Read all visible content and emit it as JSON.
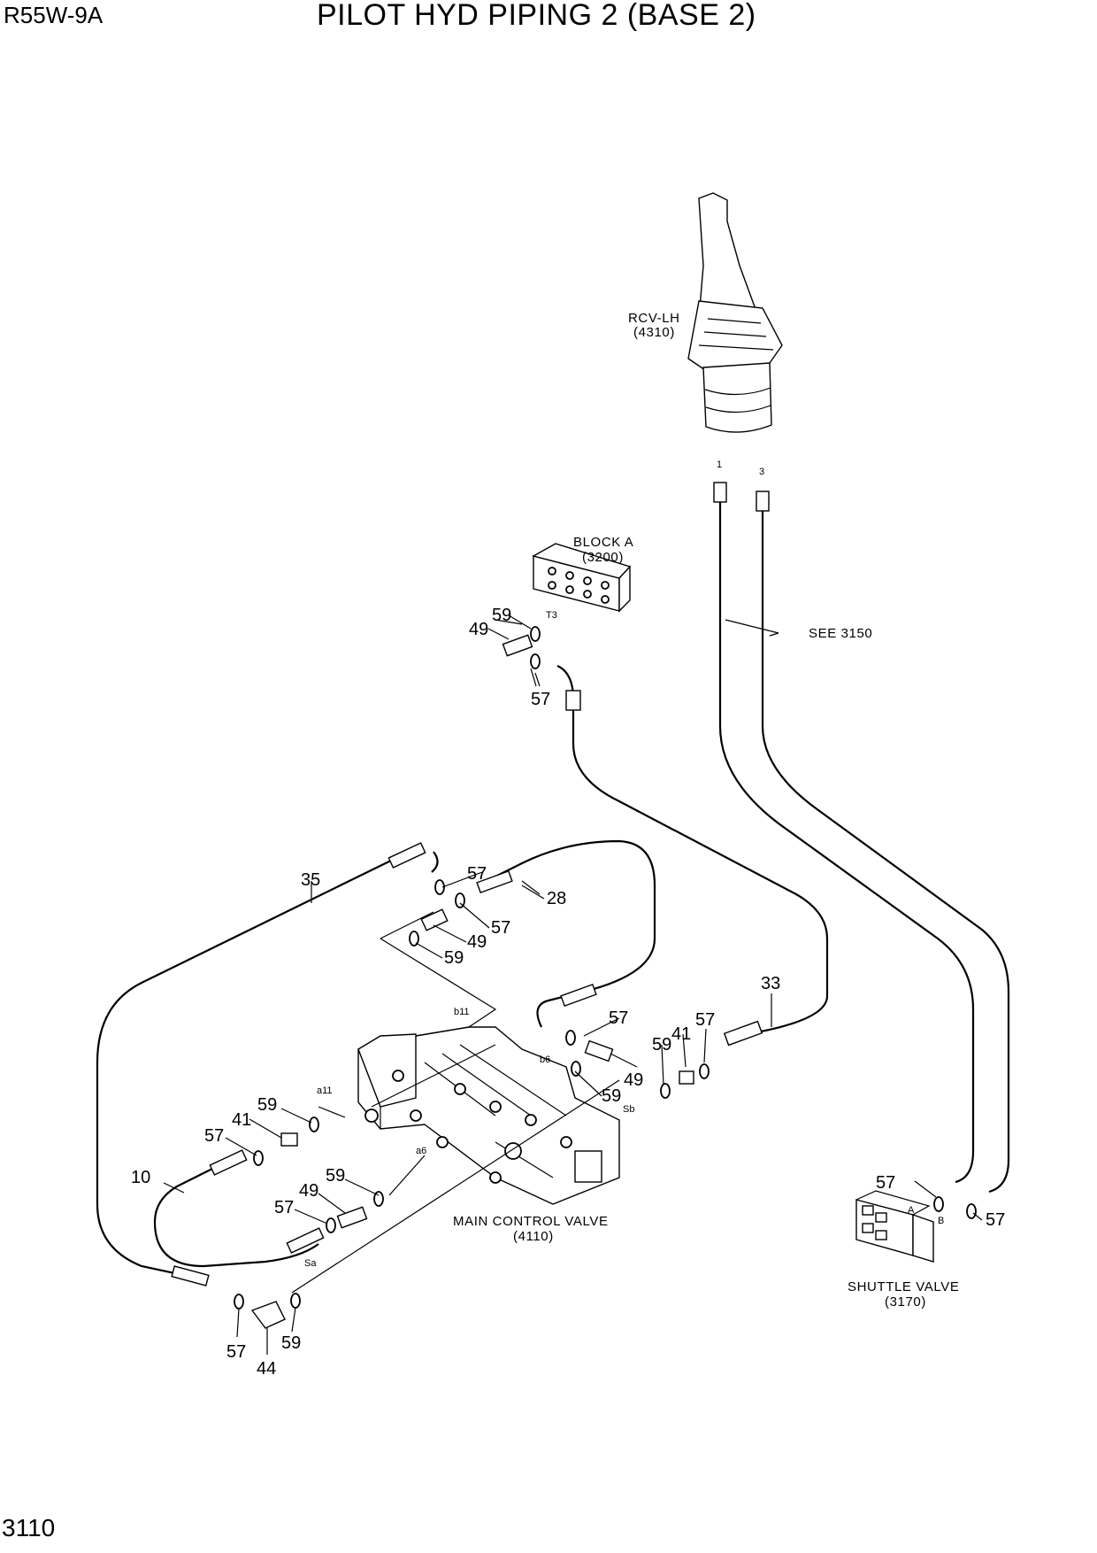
{
  "header": {
    "model": "R55W-9A",
    "title": "PILOT HYD PIPING 2 (BASE 2)"
  },
  "footer": {
    "page_number": "3110"
  },
  "components": {
    "rcv": {
      "name": "RCV-LH",
      "code": "(4310)",
      "ports": [
        "1",
        "3"
      ]
    },
    "block": {
      "name": "BLOCK A",
      "code": "(3200)",
      "port": "T3"
    },
    "see_ref": "SEE 3150",
    "mcv": {
      "name": "MAIN CONTROL VALVE",
      "code": "(4110)",
      "ports": [
        "b11",
        "b6",
        "a11",
        "a6",
        "Sb",
        "Sa"
      ]
    },
    "shuttle": {
      "name": "SHUTTLE VALVE",
      "code": "(3170)",
      "ports": [
        "A",
        "B"
      ]
    }
  },
  "callouts": [
    "59",
    "49",
    "57",
    "35",
    "57",
    "28",
    "57",
    "49",
    "59",
    "33",
    "57",
    "59",
    "41",
    "57",
    "49",
    "59",
    "59",
    "41",
    "57",
    "10",
    "59",
    "49",
    "57",
    "57",
    "44",
    "59",
    "57",
    "57"
  ]
}
